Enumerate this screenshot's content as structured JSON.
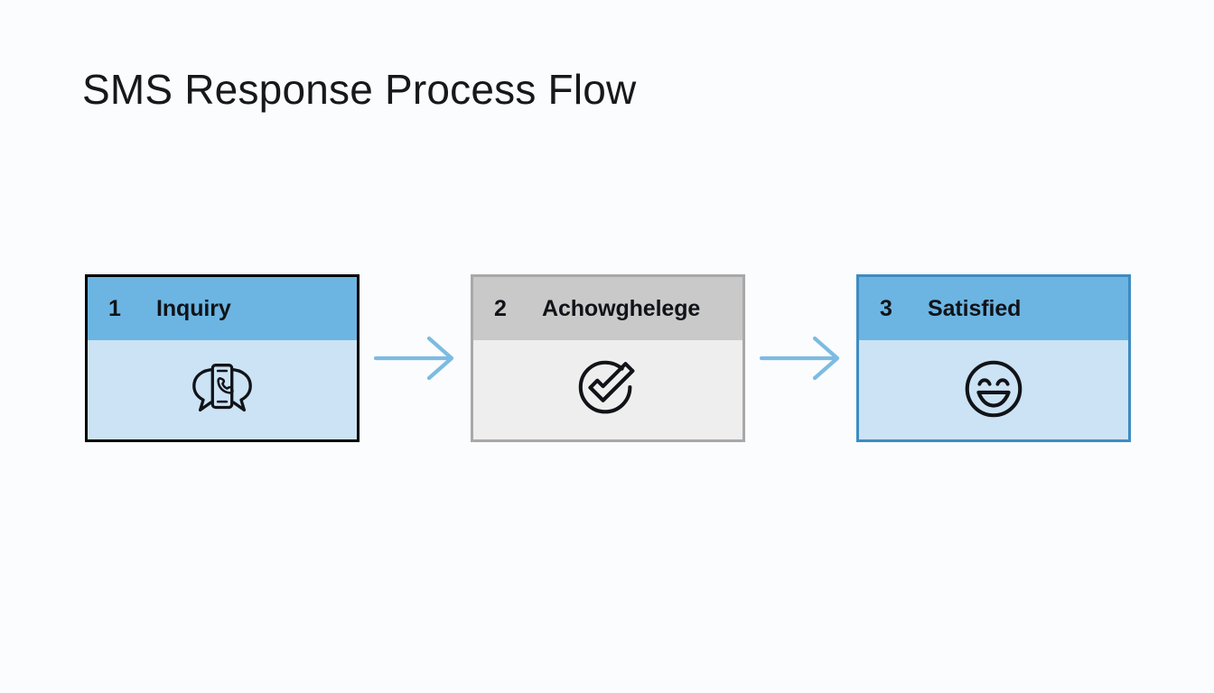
{
  "slide": {
    "title": "SMS Response Process Flow",
    "background_color": "#fbfcfd"
  },
  "flow": {
    "arrow_color": "#7cbbe3",
    "arrow_icon_name": "right-arrow-icon",
    "steps": [
      {
        "number": "1",
        "label": "Inquiry",
        "icon": "phone-chat-bubble-icon",
        "theme": "blue",
        "header_color": "#6cb5e2",
        "body_color": "#cbe3f4",
        "border_color": "#000000"
      },
      {
        "number": "2",
        "label": "Achowghelege",
        "icon": "check-circle-icon",
        "theme": "gray",
        "header_color": "#c9c9c9",
        "body_color": "#eeeeee",
        "border_color": "#a8a8a8"
      },
      {
        "number": "3",
        "label": "Satisfied",
        "icon": "smiley-face-icon",
        "theme": "blue-accent",
        "header_color": "#6cb5e2",
        "body_color": "#cbe3f4",
        "border_color": "#3c8cc2"
      }
    ]
  }
}
